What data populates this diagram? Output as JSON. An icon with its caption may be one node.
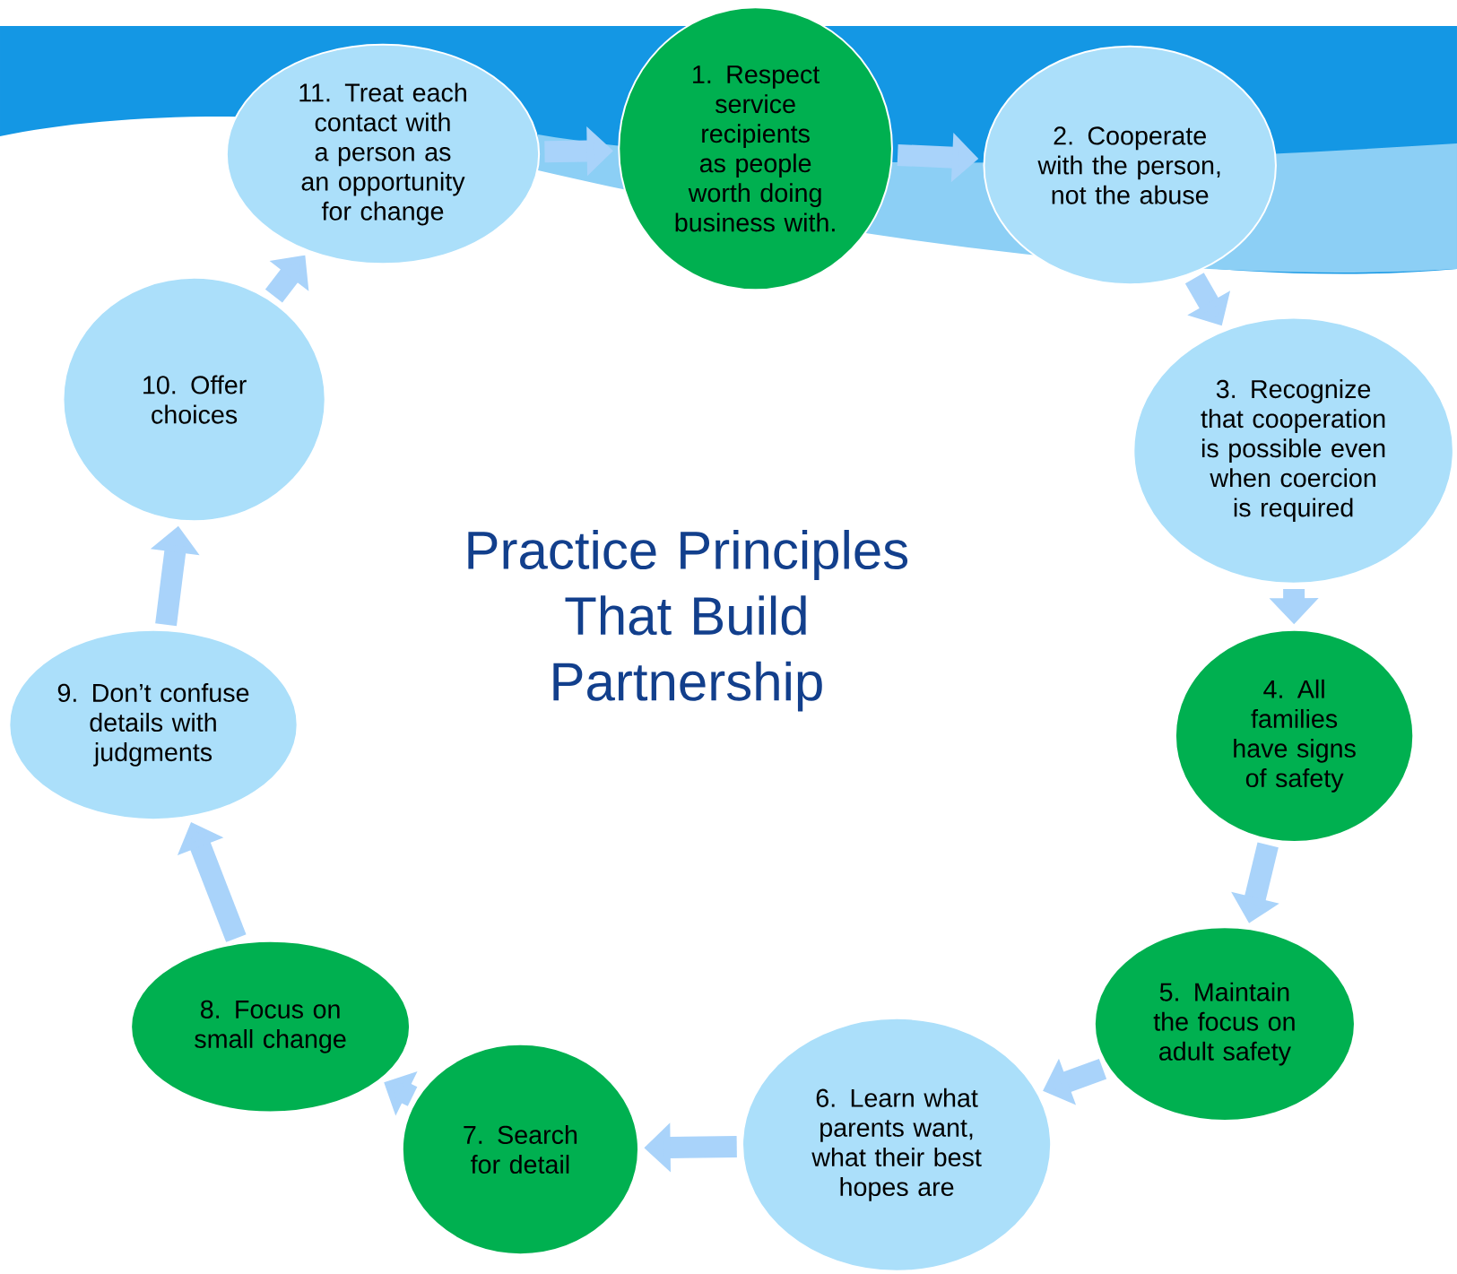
{
  "diagram": {
    "title": "Practice Principles That Build Partnership",
    "nodes": [
      {
        "text": [
          "1. Respect service recipients as people worth doing business with."
        ]
      },
      {
        "text": [
          "2. Cooperate with the person, not the abuse"
        ]
      },
      {
        "text": [
          "3. Recognize that cooperation is possible even when coercion is required"
        ]
      },
      {
        "text": [
          "4. All families have signs of safety"
        ]
      },
      {
        "text": [
          "5. Maintain the focus on adult safety"
        ]
      },
      {
        "text": [
          "6. Learn what parents want, what their best hopes are"
        ]
      },
      {
        "text": [
          "7. Search for detail"
        ]
      },
      {
        "text": [
          "8. Focus on small change"
        ]
      },
      {
        "text": [
          "9. Don’t confuse details with judgments"
        ]
      },
      {
        "text": [
          "10. Offer choices"
        ]
      },
      {
        "text": [
          "11. Treat each contact with a person as an opportunity for change"
        ]
      }
    ],
    "edges": [
      {
        "from": 0,
        "to": 1,
        "arrow": "to"
      },
      {
        "from": 1,
        "to": 2,
        "arrow": "to"
      },
      {
        "from": 2,
        "to": 3,
        "arrow": "to"
      },
      {
        "from": 3,
        "to": 4,
        "arrow": "to"
      },
      {
        "from": 4,
        "to": 5,
        "arrow": "to"
      },
      {
        "from": 5,
        "to": 6,
        "arrow": "to"
      },
      {
        "from": 6,
        "to": 7,
        "arrow": "to"
      },
      {
        "from": 7,
        "to": 8,
        "arrow": "to"
      },
      {
        "from": 8,
        "to": 9,
        "arrow": "to"
      },
      {
        "from": 9,
        "to": 10,
        "arrow": "to"
      },
      {
        "from": 10,
        "to": 0,
        "arrow": "to"
      }
    ]
  }
}
